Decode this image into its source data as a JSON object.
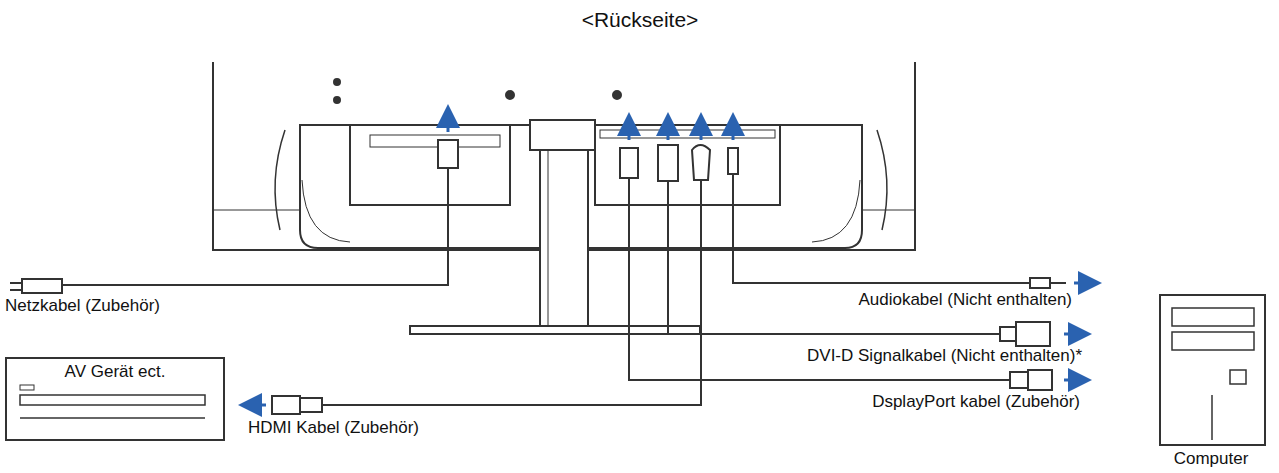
{
  "diagram": {
    "title": "<Rückseite>",
    "nodes": [
      {
        "text": [
          "AV Gerät ect."
        ]
      },
      {
        "text": [
          "Computer"
        ]
      }
    ],
    "labels": [
      "Netzkabel (Zubehör)",
      "Audiokabel (Nicht enthalten)",
      "DVI-D Signalkabel (Nicht enthalten)*",
      "DsplayPort kabel (Zubehör)",
      "HDMI Kabel (Zubehör)"
    ]
  }
}
